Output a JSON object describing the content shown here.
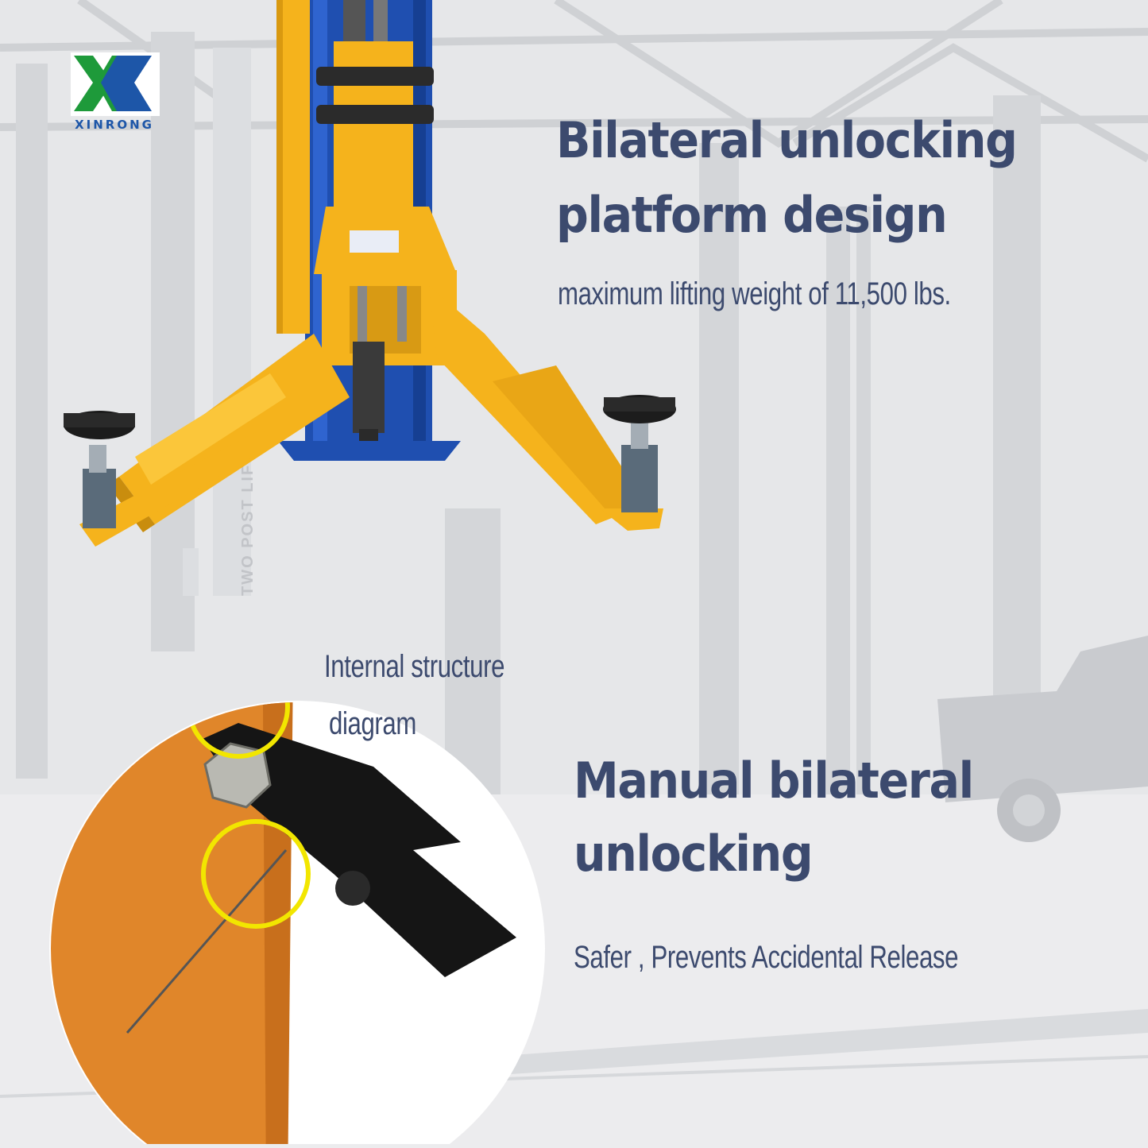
{
  "brand": {
    "name": "XINRONG",
    "colors": {
      "green": "#1e9a3a",
      "blue": "#1d56a8"
    }
  },
  "hero": {
    "title_line1": "Bilateral unlocking",
    "title_line2": "platform design",
    "subtitle": "maximum lifting weight of 11,500 lbs."
  },
  "detail": {
    "label_line1": "Internal structure",
    "label_line2": "diagram",
    "title_line1": "Manual bilateral",
    "title_line2": "unlocking",
    "tagline": "Safer , Prevents Accidental Release"
  },
  "post_label": "TWO POST LIFT",
  "colors": {
    "text": "#3c4a6e",
    "lift_yellow": "#f5b31c",
    "lift_blue": "#1f4fb0",
    "highlight": "#f2e600",
    "plate_orange": "#e0862a"
  }
}
